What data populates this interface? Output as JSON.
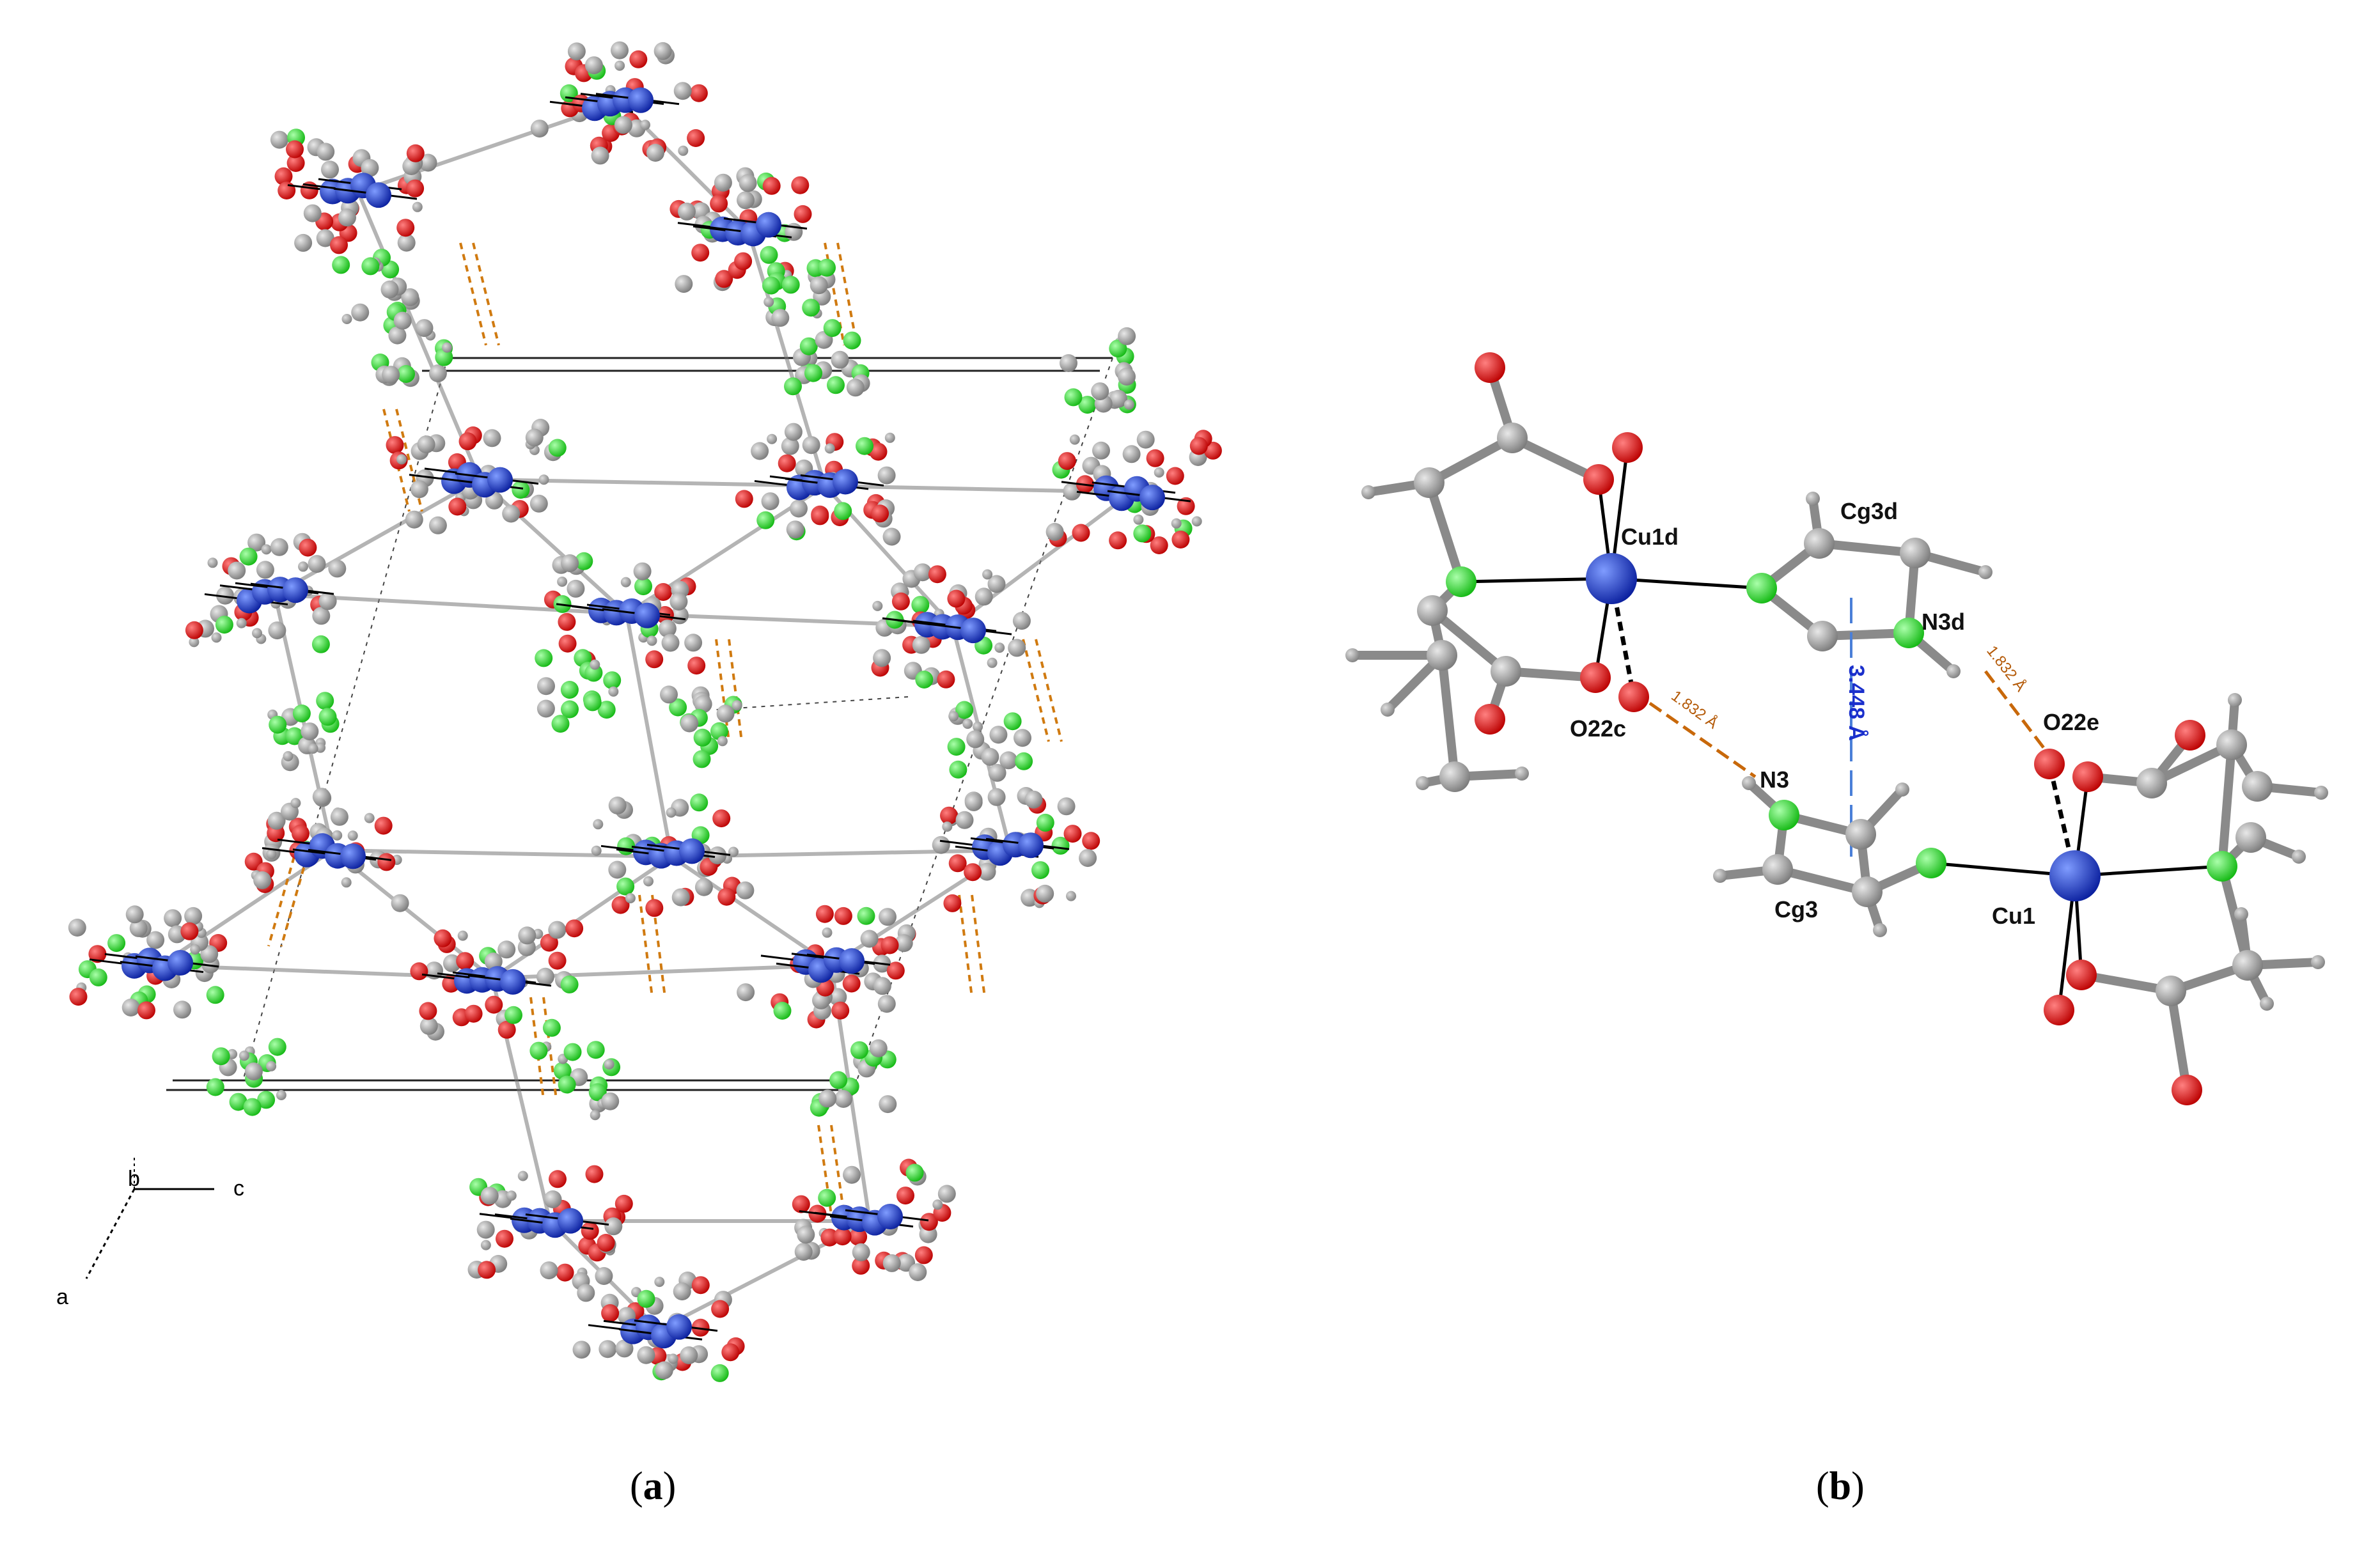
{
  "colors": {
    "carbon": "#8c8c8c",
    "nitrogen": "#22dd22",
    "oxygen": "#dd1111",
    "copper": "#1133cc",
    "hydrogen": "#9a9a9a",
    "bond": "#000000",
    "hbond": "#c8680a",
    "stacking": "#2233cc"
  },
  "panel_a": {
    "label_letter": "a",
    "axis_labels": {
      "a": "a",
      "b": "b",
      "c": "c"
    }
  },
  "panel_b": {
    "label_letter": "b",
    "atom_labels": {
      "cu1d": "Cu1d",
      "cg3d": "Cg3d",
      "n3d": "N3d",
      "o22c": "O22c",
      "n3": "N3",
      "cg3": "Cg3",
      "cu1": "Cu1",
      "o22e": "O22e"
    },
    "distances": {
      "hbond_left": "1.832 Å",
      "hbond_right": "1.832 Å",
      "stacking": "3.448 Å"
    }
  }
}
